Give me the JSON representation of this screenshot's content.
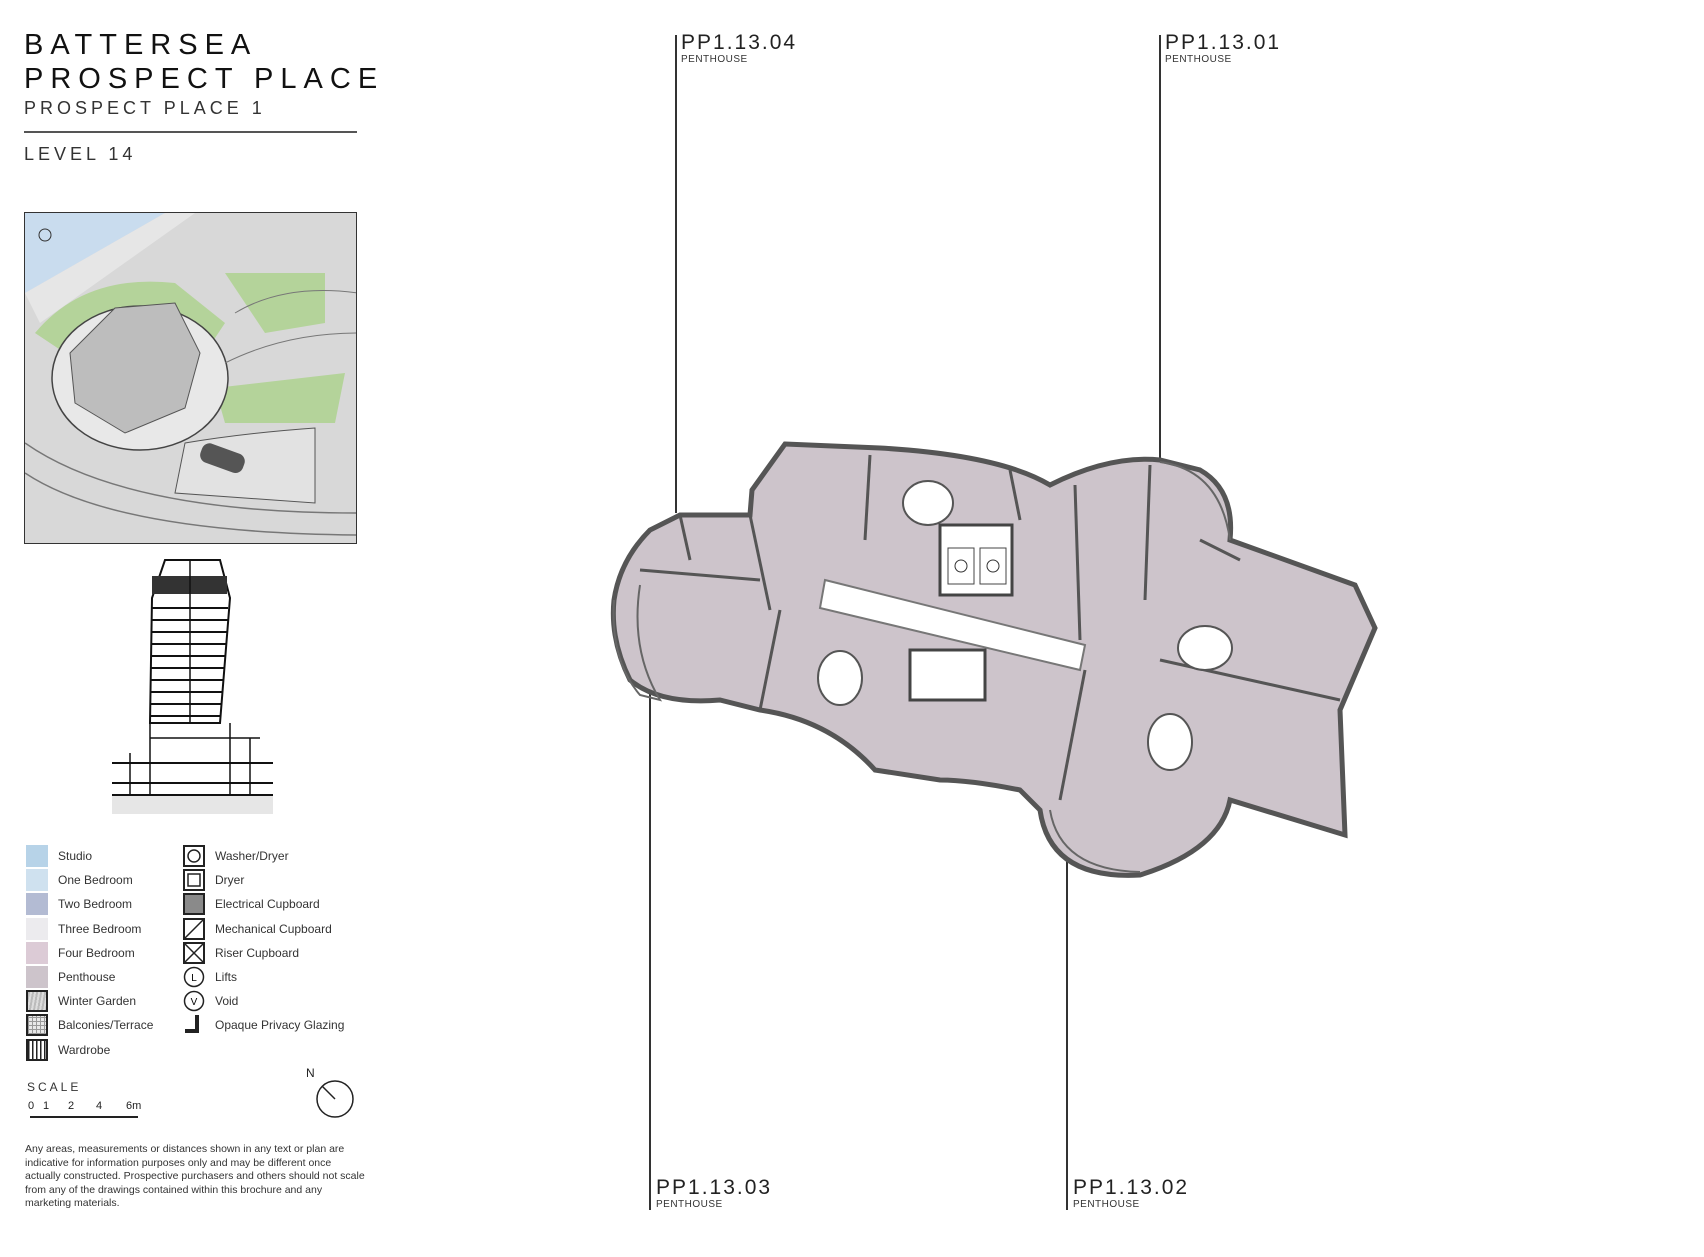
{
  "header": {
    "title_line1": "BATTERSEA",
    "title_line2": "PROSPECT PLACE",
    "subtitle": "PROSPECT PLACE 1",
    "level": "LEVEL 14"
  },
  "legend": {
    "units": [
      {
        "label": "Studio",
        "color": "#b7d3e8"
      },
      {
        "label": "One Bedroom",
        "color": "#cfe1ef"
      },
      {
        "label": "Two Bedroom",
        "color": "#b3bbd3"
      },
      {
        "label": "Three Bedroom",
        "color": "#ecebee"
      },
      {
        "label": "Four Bedroom",
        "color": "#dccbd6"
      },
      {
        "label": "Penthouse",
        "color": "#cdc4cb"
      },
      {
        "label": "Winter Garden",
        "color": "#cfcfcf"
      },
      {
        "label": "Balconies/Terrace",
        "color": "#e8e8e8"
      },
      {
        "label": "Wardrobe",
        "color": "#ffffff"
      }
    ],
    "symbols": [
      {
        "label": "Washer/Dryer",
        "icon": "washer-dryer-icon"
      },
      {
        "label": "Dryer",
        "icon": "dryer-icon"
      },
      {
        "label": "Electrical Cupboard",
        "icon": "electrical-cupboard-icon"
      },
      {
        "label": "Mechanical Cupboard",
        "icon": "mechanical-cupboard-icon"
      },
      {
        "label": "Riser Cupboard",
        "icon": "riser-cupboard-icon"
      },
      {
        "label": "Lifts",
        "icon": "lift-icon",
        "glyph": "L"
      },
      {
        "label": "Void",
        "icon": "void-icon",
        "glyph": "V"
      },
      {
        "label": "Opaque Privacy Glazing",
        "icon": "privacy-glazing-icon"
      }
    ]
  },
  "scale": {
    "title": "SCALE",
    "ticks": [
      "0",
      "1",
      "2",
      "4",
      "6m"
    ]
  },
  "compass": {
    "label": "N"
  },
  "disclaimer": "Any areas, measurements or distances shown in any text or plan are indicative for information purposes only and may be different once actually constructed. Prospective purchasers and others should not scale from any of the drawings contained within this brochure and any marketing materials.",
  "units": [
    {
      "code": "PP1.13.04",
      "type": "PENTHOUSE"
    },
    {
      "code": "PP1.13.01",
      "type": "PENTHOUSE"
    },
    {
      "code": "PP1.13.03",
      "type": "PENTHOUSE"
    },
    {
      "code": "PP1.13.02",
      "type": "PENTHOUSE"
    }
  ],
  "colors": {
    "penthouse": "#cdc4cb",
    "core": "#ffffff",
    "wall": "#6b6b6b"
  }
}
